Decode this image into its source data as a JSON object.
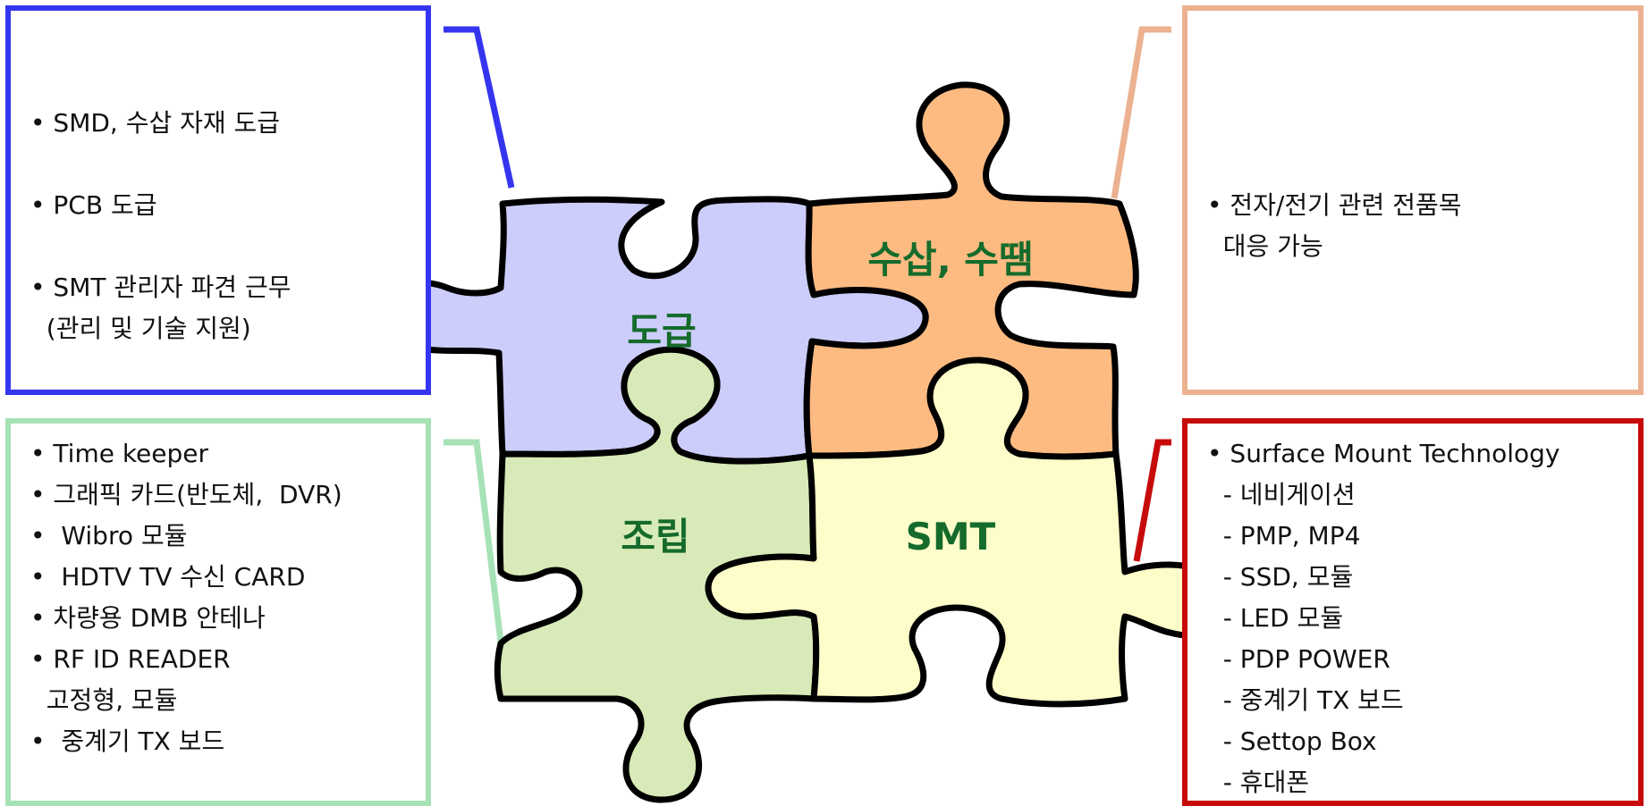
{
  "pieces": {
    "procure": {
      "label": "도급",
      "color": "#cccdfb"
    },
    "insert": {
      "label": "수삽, 수땜",
      "color": "#fdbb82"
    },
    "assembly": {
      "label": "조립",
      "color": "#d8eab7"
    },
    "smt": {
      "label": "SMT",
      "color": "#fdfdca"
    }
  },
  "boxes": {
    "procure": {
      "color": "#3535f0",
      "lines": [
        "• SMD, 수삽 자재 도급",
        "• PCB 도급",
        "• SMT 관리자 파견 근무",
        "  (관리 및 기술 지원)"
      ]
    },
    "insert": {
      "color": "#ebb190",
      "lines": [
        "• 전자/전기 관련 전품목",
        "  대응 가능"
      ]
    },
    "assembly": {
      "color": "#a6e2b6",
      "lines": [
        "• Time keeper",
        "• 그래픽 카드(반도체,  DVR)",
        "•  Wibro 모듈",
        "•  HDTV TV 수신 CARD",
        "• 차량용 DMB 안테나",
        "• RF ID READER",
        "  고정형, 모듈",
        "•  중계기 TX 보드"
      ]
    },
    "smt": {
      "color": "#c70a0a",
      "lines": [
        "• Surface Mount Technology",
        "  - 네비게이션",
        "  - PMP, MP4",
        "  - SSD, 모듈",
        "  - LED 모듈",
        "  - PDP POWER",
        "  - 중계기 TX 보드",
        "  - Settop Box",
        "  - 휴대폰"
      ]
    }
  }
}
